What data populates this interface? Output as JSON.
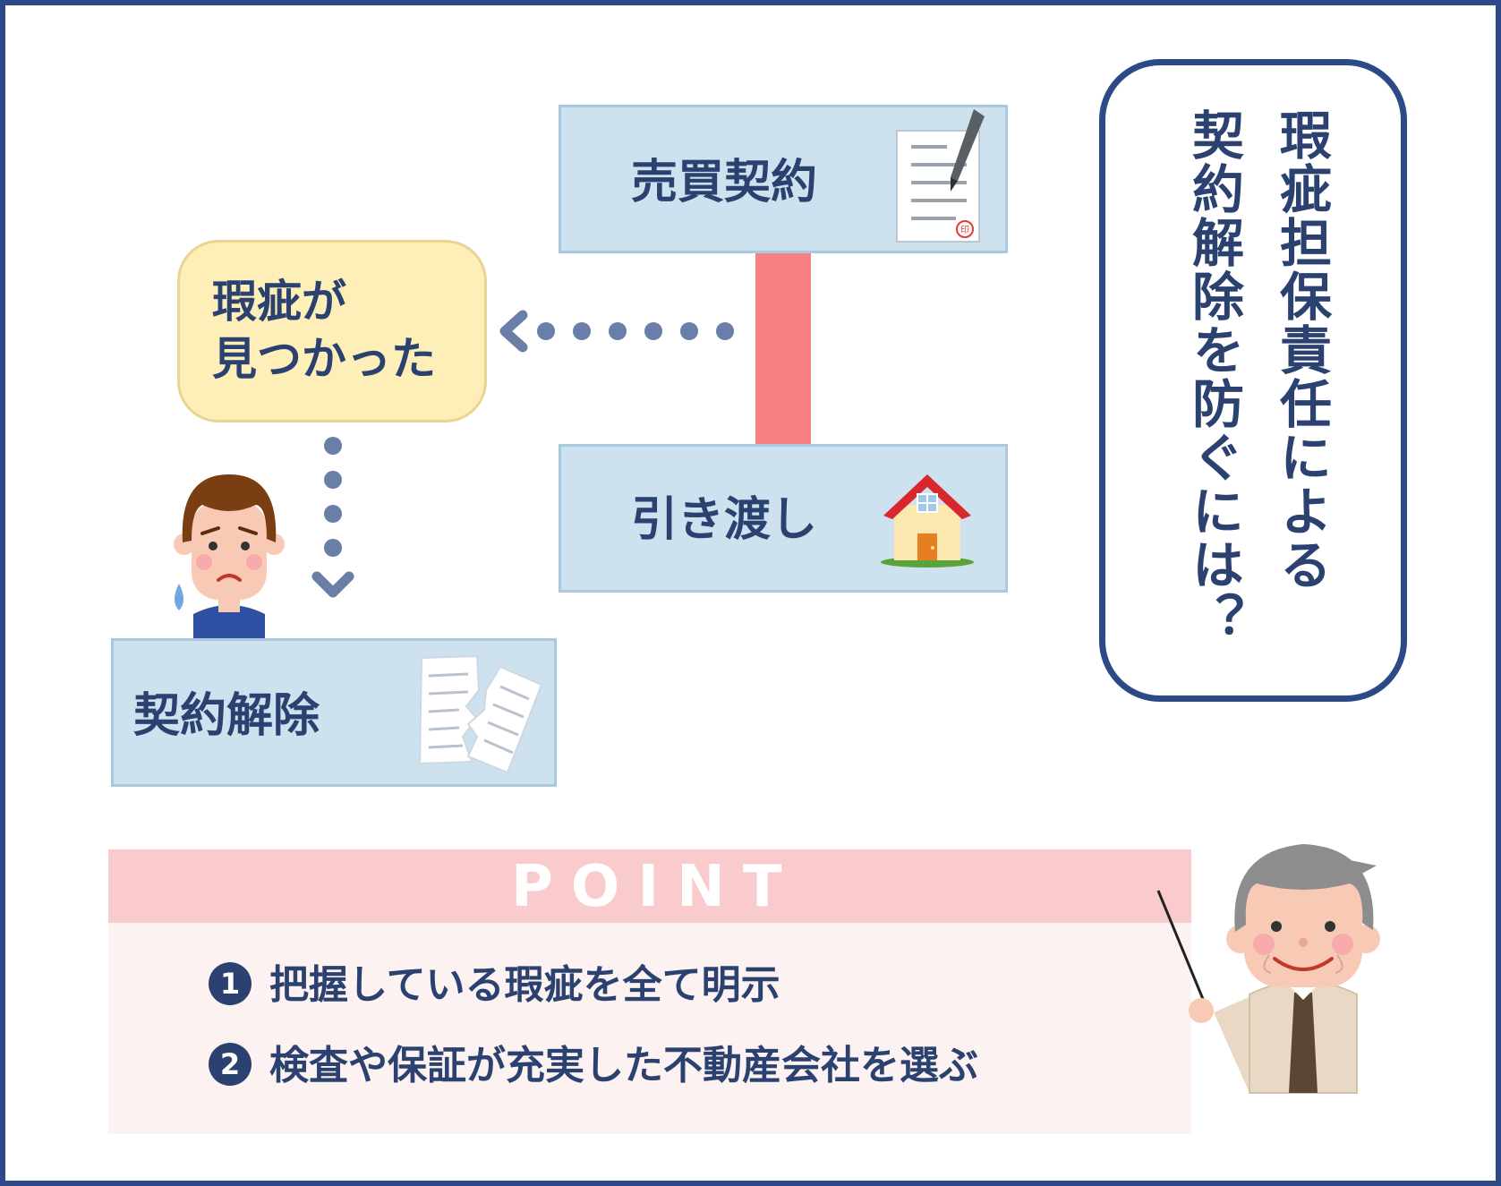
{
  "flow": {
    "contract_label": "売買契約",
    "delivery_label": "引き渡し",
    "defect_found_line1": "瑕疵が",
    "defect_found_line2": "見つかった",
    "cancel_label": "契約解除"
  },
  "title": {
    "column_right": "瑕疵担保責任による",
    "column_left": "契約解除を防ぐには？"
  },
  "point": {
    "heading": "POINT",
    "items": [
      {
        "number": "1",
        "text": "把握している瑕疵を全て明示"
      },
      {
        "number": "2",
        "text": "検査や保証が充実した不動産会社を選ぶ"
      }
    ]
  },
  "icons": {
    "contract": "contract-document-icon",
    "house": "house-icon",
    "torn_document": "torn-document-icon",
    "worried_person": "worried-person-icon",
    "teacher": "teacher-with-pointer-icon"
  },
  "colors": {
    "border": "#2b4a86",
    "text": "#2b4170",
    "box_fill": "#cde1ee",
    "found_fill": "#fdefb7",
    "connector": "#f88080",
    "dots": "#6a7fa8",
    "point_head": "#f9cbcd",
    "point_body": "#fdf2f2"
  }
}
